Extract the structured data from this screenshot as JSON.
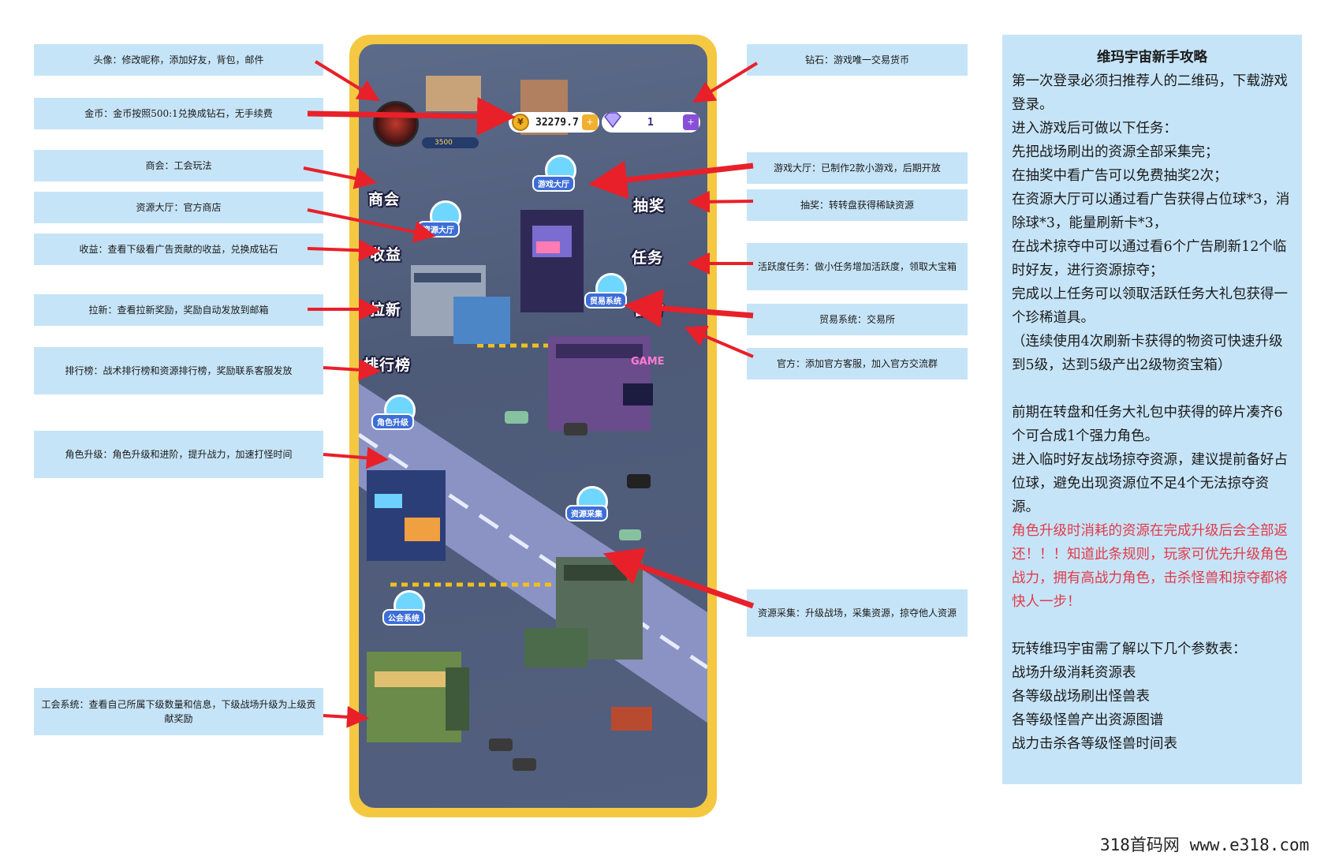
{
  "left_labels": [
    {
      "key": "avatar",
      "text": "头像：修改昵称，添加好友，背包，邮件"
    },
    {
      "key": "gold",
      "text": "金币：金币按照500:1兑换成钻石，无手续费"
    },
    {
      "key": "guild",
      "text": "商会：工会玩法"
    },
    {
      "key": "resource_hall",
      "text": "资源大厅：官方商店"
    },
    {
      "key": "income",
      "text": "收益：查看下级看广告贡献的收益，兑换成钻石"
    },
    {
      "key": "invite",
      "text": "拉新：查看拉新奖励，奖励自动发放到邮箱"
    },
    {
      "key": "ranking",
      "text": "排行榜：战术排行榜和资源排行榜，奖励联系客服发放"
    },
    {
      "key": "upgrade",
      "text": "角色升级：角色升级和进阶，提升战力，加速打怪时间"
    },
    {
      "key": "union",
      "text": "工会系统：查看自己所属下级数量和信息，下级战场升级为上级贡献奖励"
    }
  ],
  "right_labels": [
    {
      "key": "diamond",
      "text": "钻石：游戏唯一交易货币"
    },
    {
      "key": "game_hall",
      "text": "游戏大厅：已制作2款小游戏，后期开放"
    },
    {
      "key": "lottery",
      "text": "抽奖：转转盘获得稀缺资源"
    },
    {
      "key": "tasks",
      "text": "活跃度任务：做小任务增加活跃度，领取大宝箱"
    },
    {
      "key": "trade",
      "text": "贸易系统：交易所"
    },
    {
      "key": "official",
      "text": "官方：添加官方客服，加入官方交流群"
    },
    {
      "key": "collect",
      "text": "资源采集：升级战场，采集资源，掠夺他人资源"
    }
  ],
  "game": {
    "gold_value": "32279.7",
    "diamond_value": "1",
    "level_value": "3500",
    "buttons": {
      "guild": "商会",
      "income": "收益",
      "invite": "拉新",
      "ranking": "排行榜",
      "lottery": "抽奖",
      "tasks": "任务",
      "official": "官方"
    },
    "pins": {
      "resource_hall": "资源大厅",
      "game_hall": "游戏大厅",
      "trade": "贸易系统",
      "upgrade": "角色升级",
      "collect": "资源采集",
      "union": "公会系统"
    },
    "shop_sign": "GAME"
  },
  "guide": {
    "title": "维玛宇宙新手攻略",
    "lines": [
      "第一次登录必须扫推荐人的二维码，下载游戏登录。",
      "进入游戏后可做以下任务：",
      "先把战场刷出的资源全部采集完；",
      "在抽奖中看广告可以免费抽奖2次；",
      "在资源大厅可以通过看广告获得占位球*3，消除球*3，能量刷新卡*3，",
      "在战术掠夺中可以通过看6个广告刷新12个临时好友，进行资源掠夺；",
      "完成以上任务可以领取活跃任务大礼包获得一个珍稀道具。",
      "（连续使用4次刷新卡获得的物资可快速升级到5级，达到5级产出2级物资宝箱）"
    ],
    "lines2": [
      "前期在转盘和任务大礼包中获得的碎片凑齐6个可合成1个强力角色。",
      "进入临时好友战场掠夺资源，建议提前备好占位球，避免出现资源位不足4个无法掠夺资源。"
    ],
    "red_text": "角色升级时消耗的资源在完成升级后会全部返还！！！知道此条规则，玩家可优先升级角色战力，拥有高战力角色，击杀怪兽和掠夺都将快人一步！",
    "tables_intro": "玩转维玛宇宙需了解以下几个参数表：",
    "tables": [
      "战场升级消耗资源表",
      "各等级战场刷出怪兽表",
      "各等级怪兽产出资源图谱",
      "战力击杀各等级怪兽时间表"
    ]
  },
  "footer": "318首码网  www.e318.com",
  "colors": {
    "label_bg": "#c6e4f7",
    "frame": "#f5c842",
    "arrow": "#e8202a",
    "red_text": "#e23a4a"
  }
}
